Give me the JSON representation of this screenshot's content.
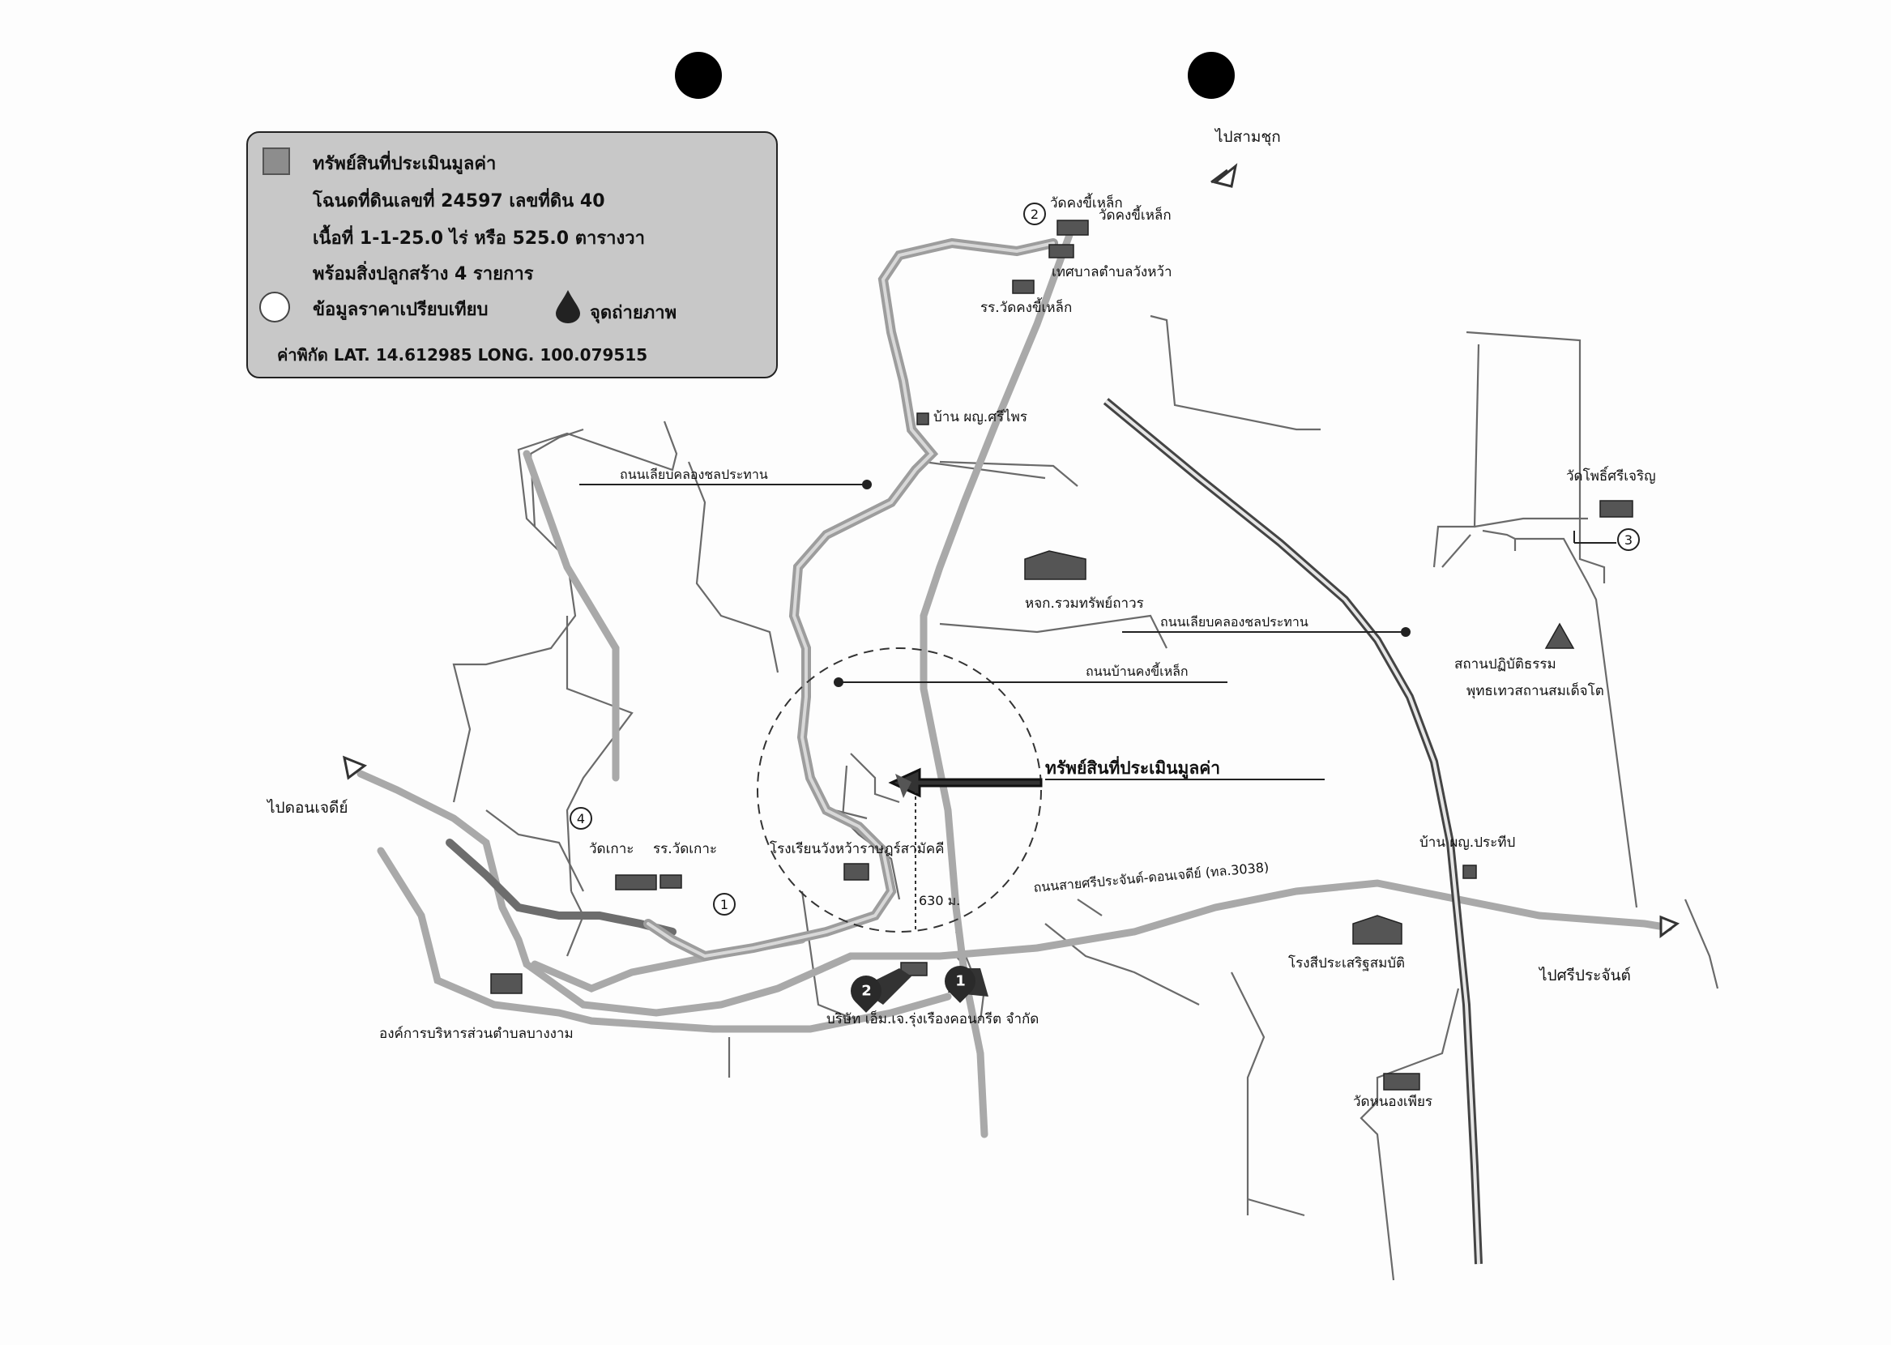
{
  "legend": {
    "subject_property": "ทรัพย์สินที่ประเมินมูลค่า",
    "deed": "โฉนดที่ดินเลขที่ 24597 เลขที่ดิน 40",
    "area": "เนื้อที่ 1-1-25.0 ไร่ หรือ 525.0 ตารางวา",
    "buildings": "พร้อมสิ่งปลูกสร้าง 4 รายการ",
    "comparison": "ข้อมูลราคาเปรียบเทียบ",
    "photo_point": "จุดถ่ายภาพ",
    "coords": "ค่าพิกัด  LAT. 14.612985  LONG. 100.079515"
  },
  "labels": {
    "to_samchuk": "ไปสามชุก",
    "to_don_chedi": "ไปดอนเจดีย์",
    "to_si_prachan": "ไปศรีประจันต์",
    "wat_khong_khilek": "วัดคงขี้เหล็ก",
    "wat_khong_khilek_2": "วัดคงขี้เหล็ก",
    "municipality": "เทศบาลตำบลวังหว้า",
    "school_khong_khilek": "รร.วัดคงขี้เหล็ก",
    "ban_sriphrai": "บ้าน ผญ.ศรีไพร",
    "canal_road_1": "ถนนเลียบคลองชลประทาน",
    "canal_road_2": "ถนนเลียบคลองชลประทาน",
    "warehouse": "หจก.รวมทรัพย์ถาวร",
    "road_khong_khilek": "ถนนบ้านคงขี้เหล็ก",
    "subject_callout": "ทรัพย์สินที่ประเมินมูลค่า",
    "wat_ko": "วัดเกาะ",
    "school_wat_ko": "รร.วัดเกาะ",
    "school_wangwa": "โรงเรียนวังหว้าราษฎร์สามัคคี",
    "distance": "630 ม.",
    "main_road": "ถนนสายศรีประจันต์-ดอนเจดีย์ (ทล.3038)",
    "ban_prathip": "บ้าน ผญ.ประทีป",
    "rice_mill": "โรงสีประเสริฐสมบัติ",
    "tao": "องค์การบริหารส่วนตำบลบางงาม",
    "company": "บริษัท เอ็ม.เจ.รุ่งเรืองคอนกรีต จำกัด",
    "wat_nong_phiat": "วัดหนองเพียร",
    "wat_pho_sri": "วัดโพธิ์ศรีเจริญ",
    "meditation_1": "สถานปฏิบัติธรรม",
    "meditation_2": "พุทธเทวสถานสมเด็จโต"
  },
  "markers": {
    "comp_1": "1",
    "comp_2": "2",
    "comp_3": "3",
    "comp_4": "4",
    "photo_1": "1",
    "photo_2": "2"
  },
  "colors": {
    "road_gray": "#a9a9a9",
    "highway_dark": "#555555",
    "legend_bg": "#c8c8c8",
    "subject_square": "#8d8d8d"
  }
}
